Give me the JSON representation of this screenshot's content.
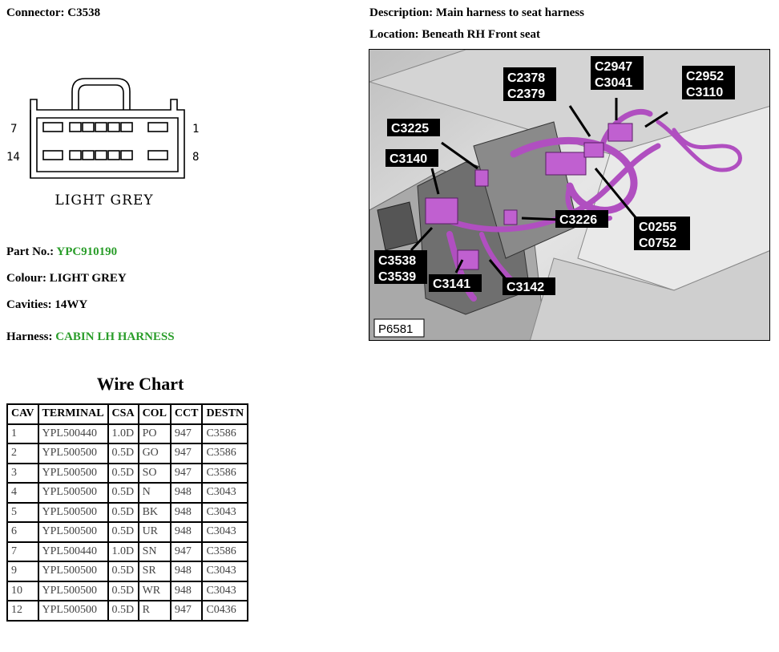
{
  "connector": {
    "label": "Connector:",
    "value": "C3538"
  },
  "description": {
    "label": "Description:",
    "value": "Main harness to seat harness"
  },
  "location": {
    "label": "Location:",
    "value": "Beneath RH Front seat"
  },
  "diagram": {
    "pin_top_left": "7",
    "pin_top_right": "1",
    "pin_bottom_left": "14",
    "pin_bottom_right": "8",
    "colour_caption": "LIGHT GREY"
  },
  "photo": {
    "ref": "P6581",
    "callouts": [
      "C2378",
      "C2379",
      "C2947",
      "C3041",
      "C2952",
      "C3110",
      "C3225",
      "C3140",
      "C3226",
      "C0255",
      "C0752",
      "C3538",
      "C3539",
      "C3141",
      "C3142"
    ],
    "harness_color": "#b04fc0"
  },
  "part_no": {
    "label": "Part No.:",
    "value": "YPC910190"
  },
  "colour": {
    "label": "Colour:",
    "value": "LIGHT GREY"
  },
  "cavities": {
    "label": "Cavities:",
    "value": "14WY"
  },
  "harness": {
    "label": "Harness:",
    "value": "CABIN LH HARNESS"
  },
  "link_color": "#2a9d2a",
  "wire_chart": {
    "title": "Wire Chart",
    "headers": [
      "CAV",
      "TERMINAL",
      "CSA",
      "COL",
      "CCT",
      "DESTN"
    ],
    "rows": [
      [
        "1",
        "YPL500440",
        "1.0D",
        "PO",
        "947",
        "C3586"
      ],
      [
        "2",
        "YPL500500",
        "0.5D",
        "GO",
        "947",
        "C3586"
      ],
      [
        "3",
        "YPL500500",
        "0.5D",
        "SO",
        "947",
        "C3586"
      ],
      [
        "4",
        "YPL500500",
        "0.5D",
        "N",
        "948",
        "C3043"
      ],
      [
        "5",
        "YPL500500",
        "0.5D",
        "BK",
        "948",
        "C3043"
      ],
      [
        "6",
        "YPL500500",
        "0.5D",
        "UR",
        "948",
        "C3043"
      ],
      [
        "7",
        "YPL500440",
        "1.0D",
        "SN",
        "947",
        "C3586"
      ],
      [
        "9",
        "YPL500500",
        "0.5D",
        "SR",
        "948",
        "C3043"
      ],
      [
        "10",
        "YPL500500",
        "0.5D",
        "WR",
        "948",
        "C3043"
      ],
      [
        "12",
        "YPL500500",
        "0.5D",
        "R",
        "947",
        "C0436"
      ]
    ]
  }
}
